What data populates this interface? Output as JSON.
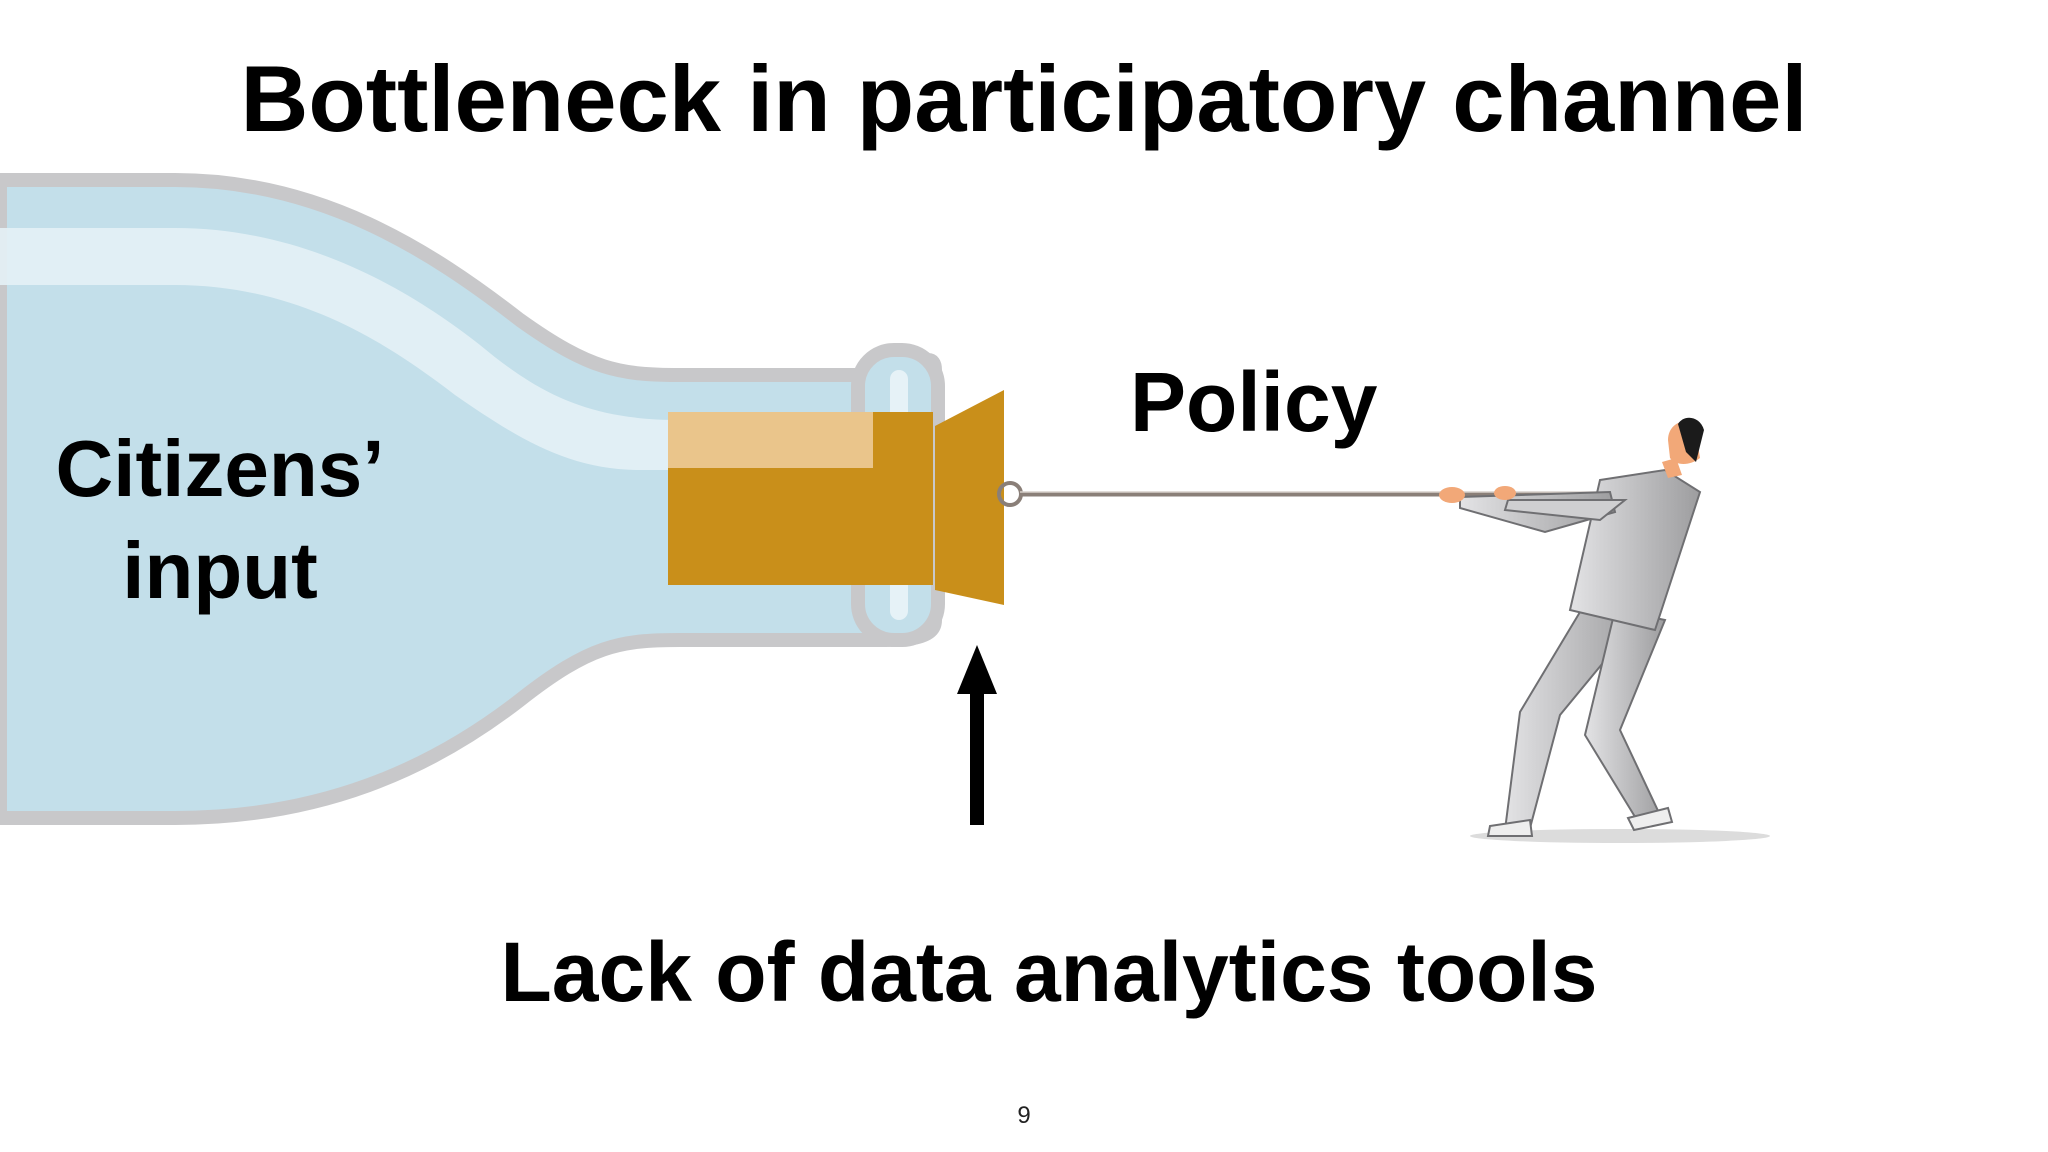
{
  "slide": {
    "title": "Bottleneck in participatory channel",
    "bottle_label_line1": "Citizens’",
    "bottle_label_line2": "input",
    "rope_label": "Policy",
    "arrow_caption": "Lack of data analytics tools",
    "page_number": "9"
  },
  "colors": {
    "bottle_fill": "#c3dfea",
    "bottle_outline": "#c8c8ca",
    "cork": "#c98f1a",
    "cork_highlight": "#edcb98",
    "rope": "#8a7f78",
    "suit": "#b9b9bb",
    "arrow": "#000000"
  },
  "icons": [
    "glass-bottle-icon",
    "cork-icon",
    "rope-icon",
    "businessman-pulling-icon",
    "up-arrow-icon"
  ]
}
